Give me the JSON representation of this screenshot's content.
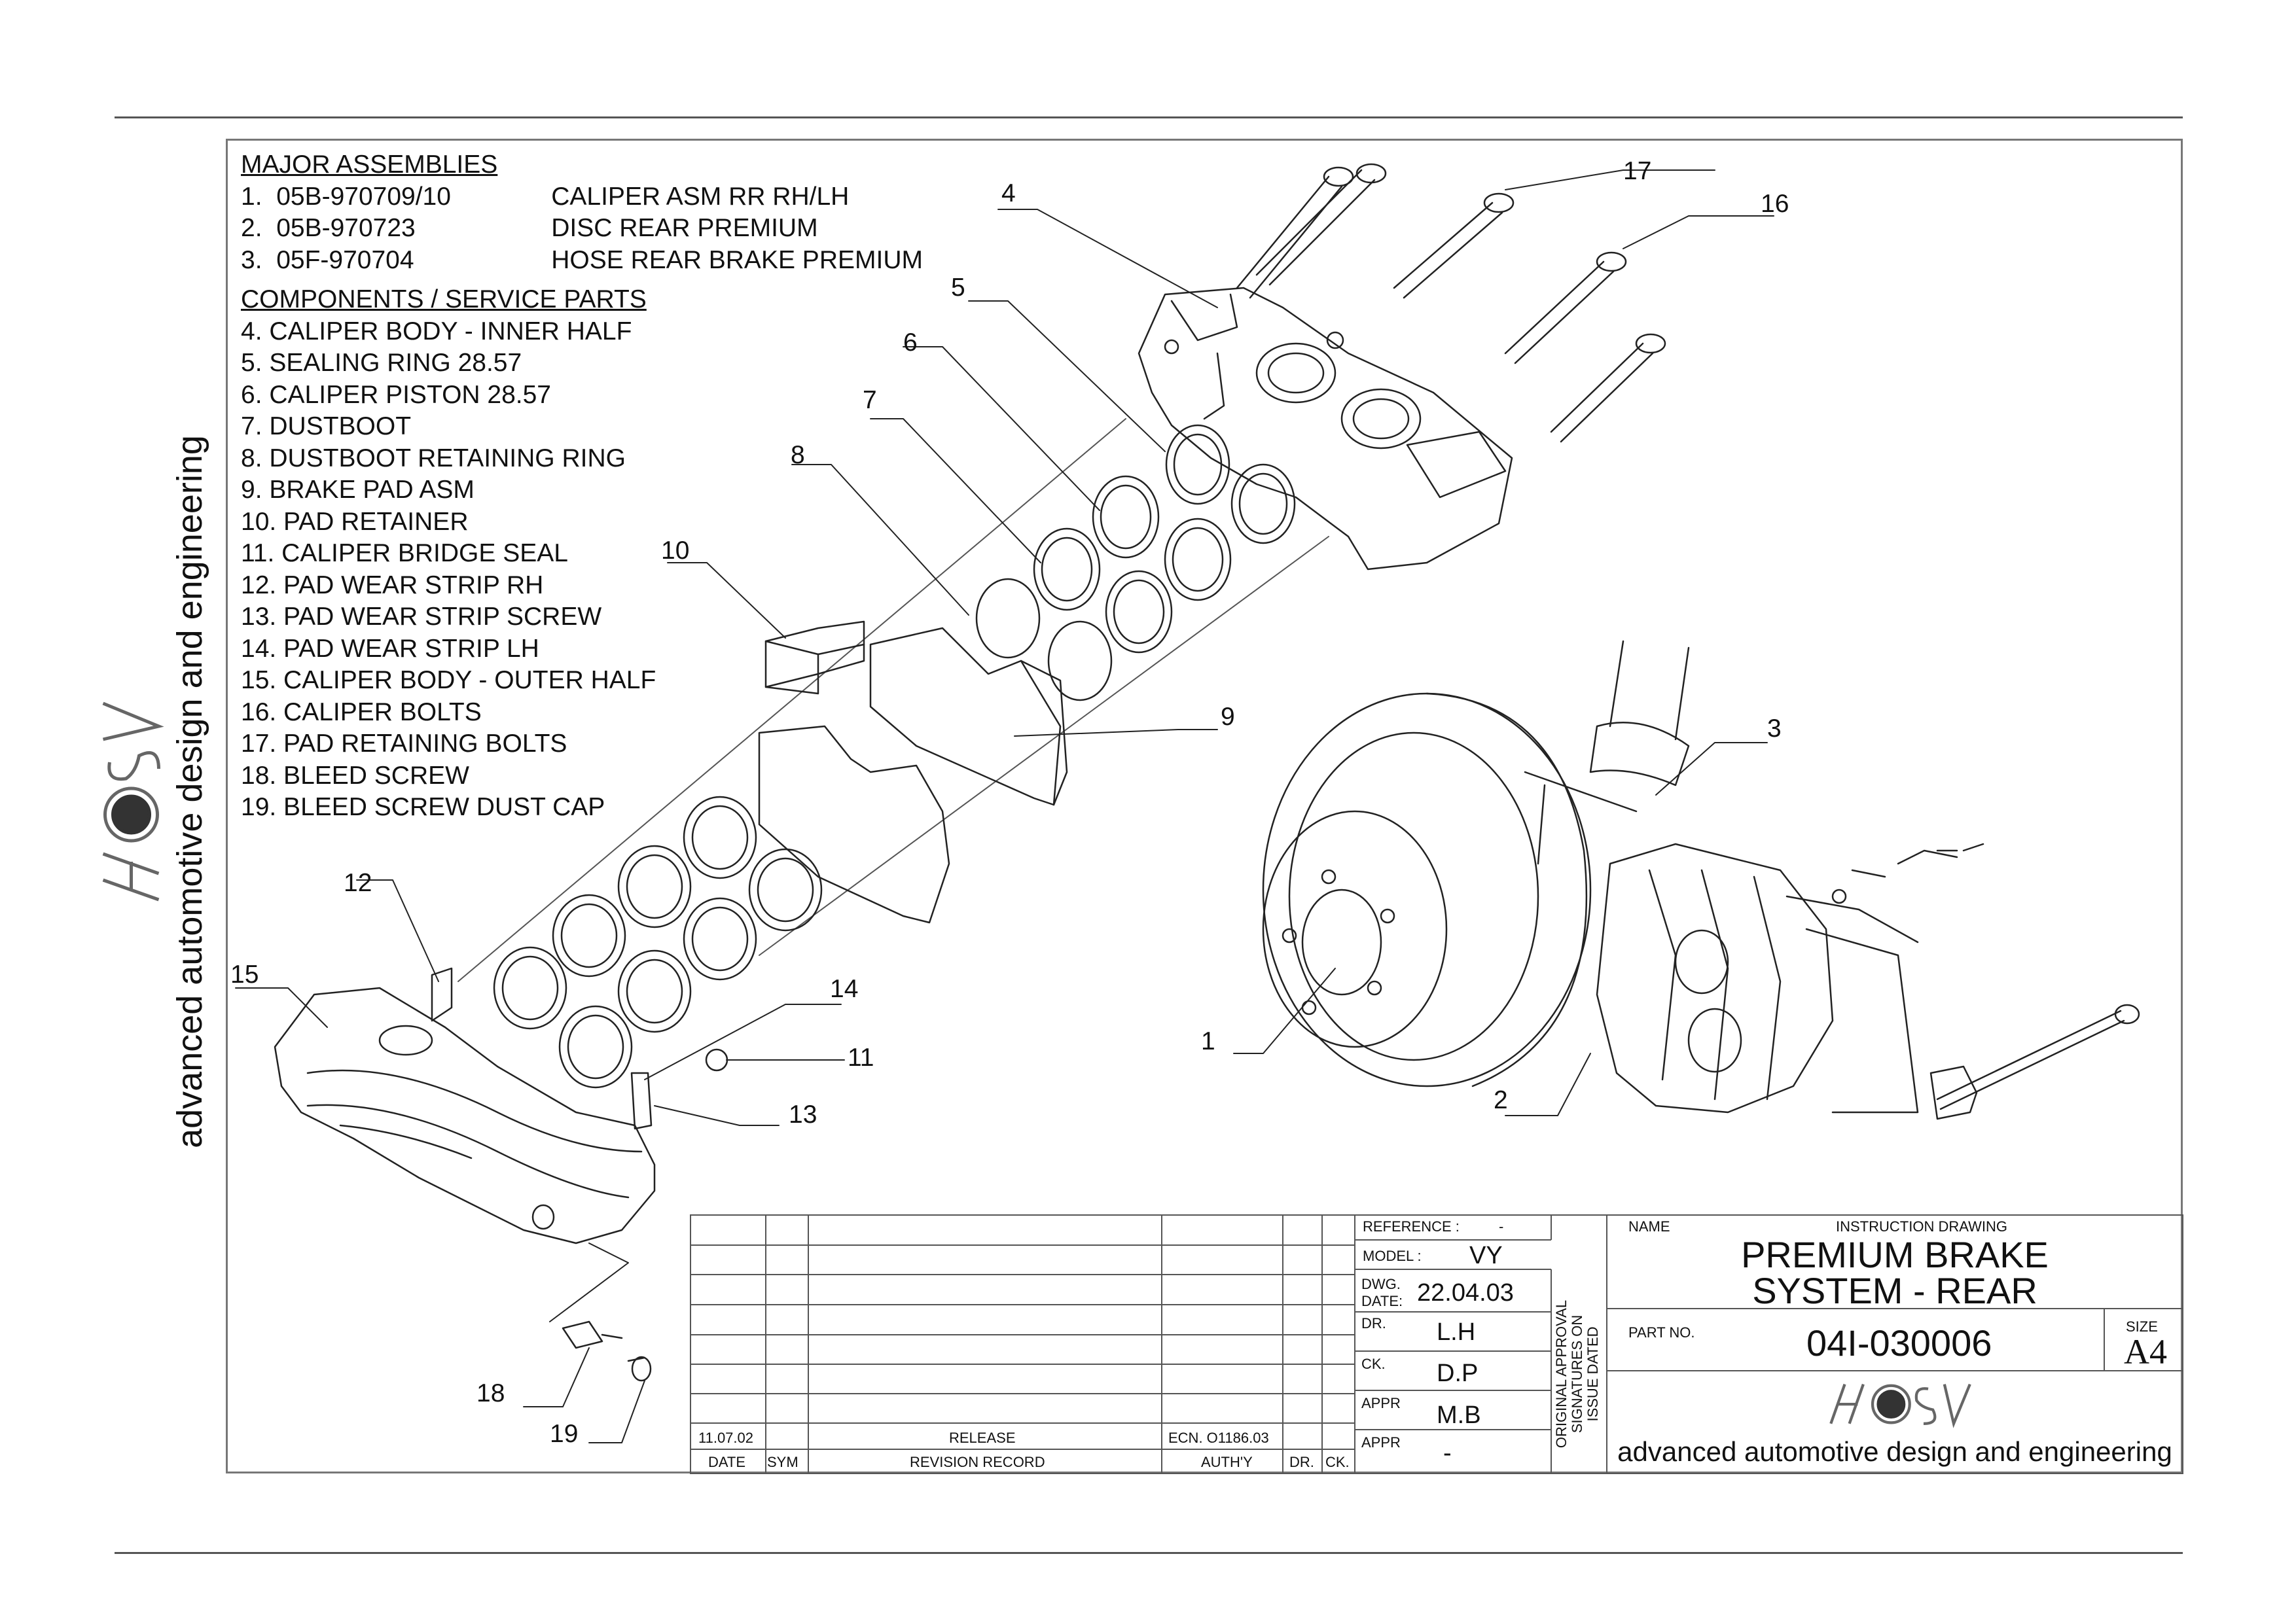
{
  "legend": {
    "major_heading": "MAJOR ASSEMBLIES",
    "major": [
      {
        "num": "1.",
        "part": "05B-970709/10",
        "desc": "CALIPER ASM RR RH/LH"
      },
      {
        "num": "2.",
        "part": "05B-970723",
        "desc": "DISC REAR PREMIUM"
      },
      {
        "num": "3.",
        "part": "05F-970704",
        "desc": "HOSE REAR BRAKE PREMIUM"
      }
    ],
    "components_heading": "COMPONENTS / SERVICE PARTS",
    "components": [
      "4. CALIPER BODY - INNER HALF",
      "5. SEALING RING 28.57",
      "6. CALIPER PISTON 28.57",
      "7. DUSTBOOT",
      "8. DUSTBOOT RETAINING RING",
      "9. BRAKE PAD ASM",
      "10. PAD RETAINER",
      "11. CALIPER BRIDGE SEAL",
      "12. PAD WEAR STRIP RH",
      "13. PAD WEAR STRIP SCREW",
      "14. PAD WEAR STRIP LH",
      "15. CALIPER BODY - OUTER HALF",
      "16. CALIPER BOLTS",
      "17. PAD RETAINING BOLTS",
      "18. BLEED SCREW",
      "19. BLEED SCREW DUST CAP"
    ]
  },
  "callouts": [
    "1",
    "2",
    "3",
    "4",
    "5",
    "6",
    "7",
    "8",
    "9",
    "10",
    "11",
    "12",
    "13",
    "14",
    "15",
    "16",
    "17",
    "18",
    "19"
  ],
  "brand": {
    "tagline": "advanced automotive design and engineering",
    "logo_text": "HSV"
  },
  "title_block": {
    "revision": {
      "date": "11.07.02",
      "record": "RELEASE",
      "authy": "ECN. O1186.03",
      "headers": [
        "DATE",
        "SYM",
        "REVISION RECORD",
        "AUTH'Y",
        "DR.",
        "CK."
      ]
    },
    "reference_label": "REFERENCE :",
    "reference_value": "-",
    "model_label": "MODEL :",
    "model_value": "VY",
    "dwg_date_label_1": "DWG.",
    "dwg_date_label_2": "DATE:",
    "dwg_date_value": "22.04.03",
    "dr_label": "DR.",
    "dr_value": "L.H",
    "ck_label": "CK.",
    "ck_value": "D.P",
    "appr_label": "APPR",
    "appr_value": "M.B",
    "appr2_label": "APPR",
    "appr2_value": "-",
    "approval_note_1": "ORIGINAL APPROVAL",
    "approval_note_2": "SIGNATURES ON",
    "approval_note_3": "ISSUE DATED",
    "name_label": "NAME",
    "drawing_type": "INSTRUCTION DRAWING",
    "title_line_1": "PREMIUM BRAKE",
    "title_line_2": "SYSTEM - REAR",
    "part_no_label": "PART NO.",
    "part_no": "04I-030006",
    "size_label": "SIZE",
    "size_value": "A4",
    "tagline": "advanced automotive design and engineering"
  }
}
